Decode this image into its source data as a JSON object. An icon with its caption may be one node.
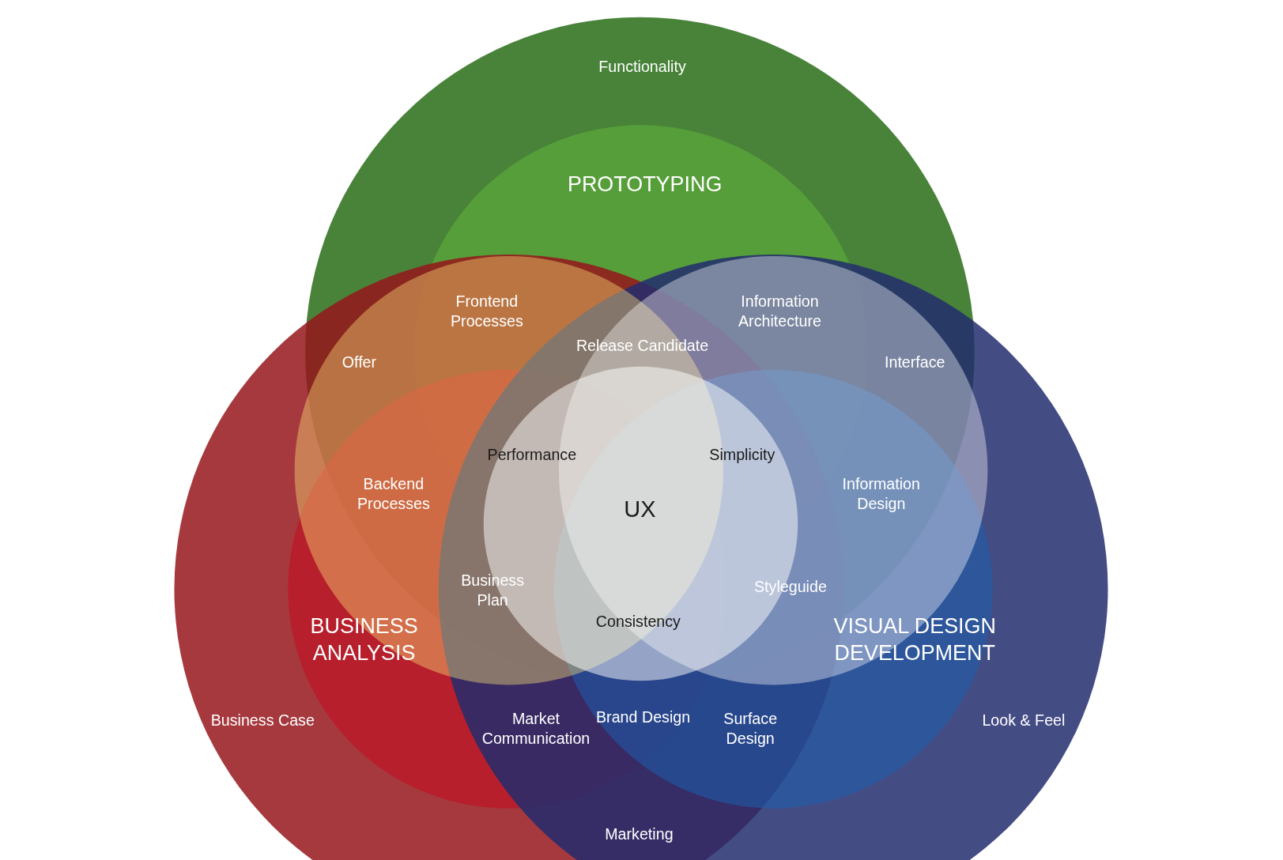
{
  "diagram": {
    "labels": [
      "Functionality",
      "PROTOTYPING",
      "Frontend Processes",
      "Information Architecture",
      "Release Candidate",
      "Offer",
      "Interface",
      "Performance",
      "Simplicity",
      "Backend Processes",
      "Information Design",
      "UX",
      "Business Plan",
      "Styleguide",
      "BUSINESS ANALYSIS",
      "Consistency",
      "VISUAL DESIGN DEVELOPMENT",
      "Business Case",
      "Market Communication",
      "Brand Design",
      "Surface Design",
      "Look & Feel",
      "Marketing"
    ]
  }
}
